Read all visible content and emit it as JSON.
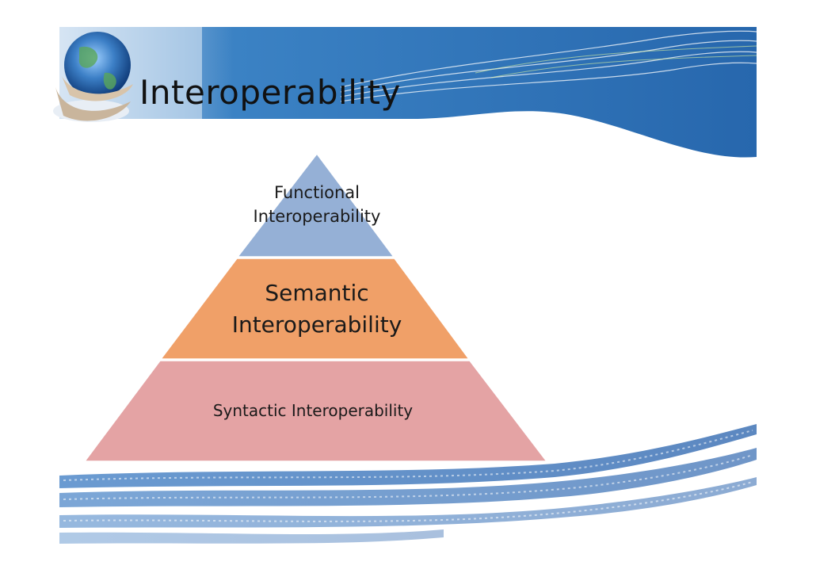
{
  "slide": {
    "title": "Interoperability"
  },
  "pyramid": {
    "tiers": [
      {
        "line1": "Functional",
        "line2": "Interoperability",
        "color": "#95b0d6"
      },
      {
        "line1": "Semantic",
        "line2": "Interoperability",
        "color": "#f0a068"
      },
      {
        "line1": "Syntactic Interoperability",
        "line2": "",
        "color": "#e4a3a4"
      }
    ]
  },
  "decor": {
    "header_color": "#2e74b5",
    "binary_color": "#2f6fb7",
    "globe_icon": "globe-in-hands-icon"
  }
}
